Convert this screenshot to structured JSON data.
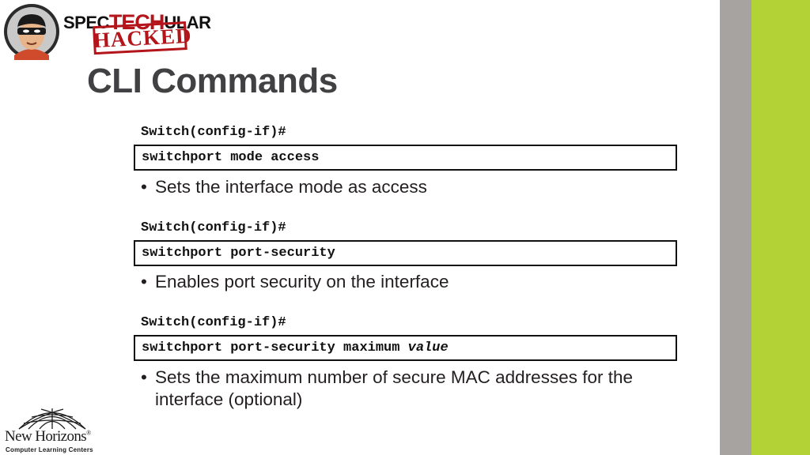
{
  "logo": {
    "spec": "SPEC",
    "tech": "TECH",
    "ular": "ULAR",
    "hacked": "HACKED",
    "badge_icon": "hacker-mask-icon"
  },
  "slide": {
    "title": "CLI Commands",
    "blocks": [
      {
        "prompt": "Switch(config-if)#",
        "command": "switchport mode access",
        "argument": "",
        "bullet": "Sets the interface mode as access"
      },
      {
        "prompt": "Switch(config-if)#",
        "command": "switchport port-security",
        "argument": "",
        "bullet": "Enables port security on the interface"
      },
      {
        "prompt": "Switch(config-if)#",
        "command": "switchport port-security maximum ",
        "argument": "value",
        "bullet": "Sets the maximum number of secure MAC addresses for the interface (optional)"
      }
    ]
  },
  "footer": {
    "brand": "New Horizons",
    "registered": "®",
    "tagline": "Computer Learning Centers",
    "globe_icon": "globe-icon"
  },
  "colors": {
    "title": "#414042",
    "accent_red": "#b4151b",
    "bar_gray": "#a7a3a1",
    "bar_green": "#b2d235"
  }
}
